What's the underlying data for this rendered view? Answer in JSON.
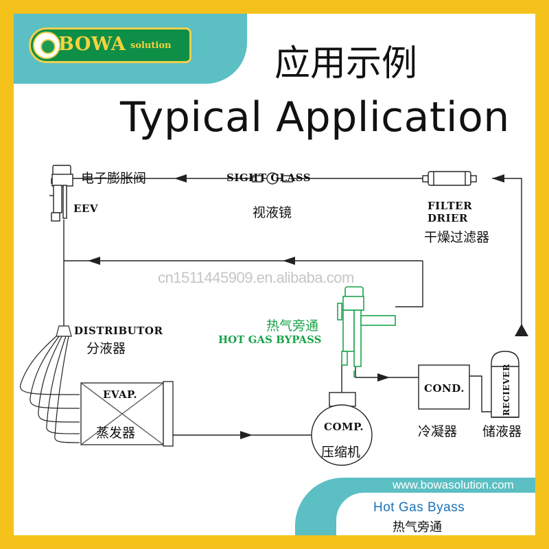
{
  "brand": {
    "name": "BOWA",
    "sub": "solution"
  },
  "title_cn": "应用示例",
  "title_en": "Typical Application",
  "components": {
    "eev": {
      "cn": "电子膨胀阀",
      "en": "EEV"
    },
    "sight_glass": {
      "en": "SIGHT GLASS",
      "cn": "视液镜"
    },
    "filter_drier": {
      "en_line1": "FILTER",
      "en_line2": "DRIER",
      "cn": "干燥过滤器"
    },
    "distributor": {
      "en": "DISTRIBUTOR",
      "cn": "分液器"
    },
    "hot_gas_bypass": {
      "cn": "热气旁通",
      "en": "HOT GAS BYPASS"
    },
    "evaporator": {
      "en": "EVAP.",
      "cn": "蒸发器"
    },
    "compressor": {
      "en": "COMP.",
      "cn": "压缩机"
    },
    "condenser": {
      "en": "COND.",
      "cn": "冷凝器"
    },
    "receiver": {
      "en": "RECIEVER",
      "cn": "储液器"
    }
  },
  "watermark": "cn1511445909.en.alibaba.com",
  "footer": {
    "url": "www.bowasolution.com",
    "en": "Hot Gas Byass",
    "cn": "热气旁通"
  },
  "colors": {
    "frame": "#f4c21a",
    "teal": "#5bbfc3",
    "logo_green": "#0e8f48",
    "bypass_green": "#1aa34a"
  }
}
